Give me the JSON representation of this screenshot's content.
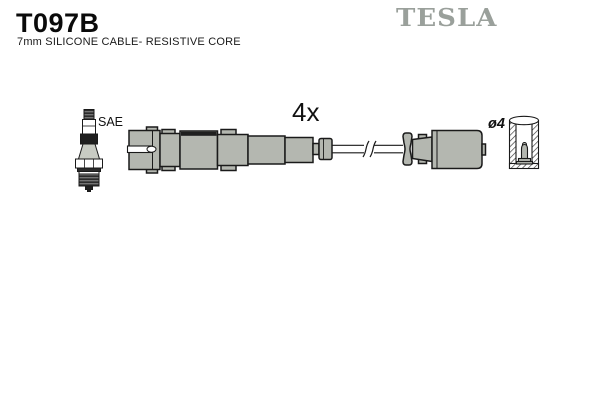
{
  "header": {
    "part_number": "T097B",
    "subtitle": "7mm SILICONE CABLE- RESISTIVE CORE",
    "brand": "TESLA"
  },
  "labels": {
    "spark_plug_standard": "SAE",
    "quantity": "4x",
    "terminal_diameter": "ø4"
  },
  "colors": {
    "part_fill": "#b4b7b0",
    "outline": "#1a1a1a",
    "brand_gray": "#9aa09b",
    "text": "#111111"
  }
}
